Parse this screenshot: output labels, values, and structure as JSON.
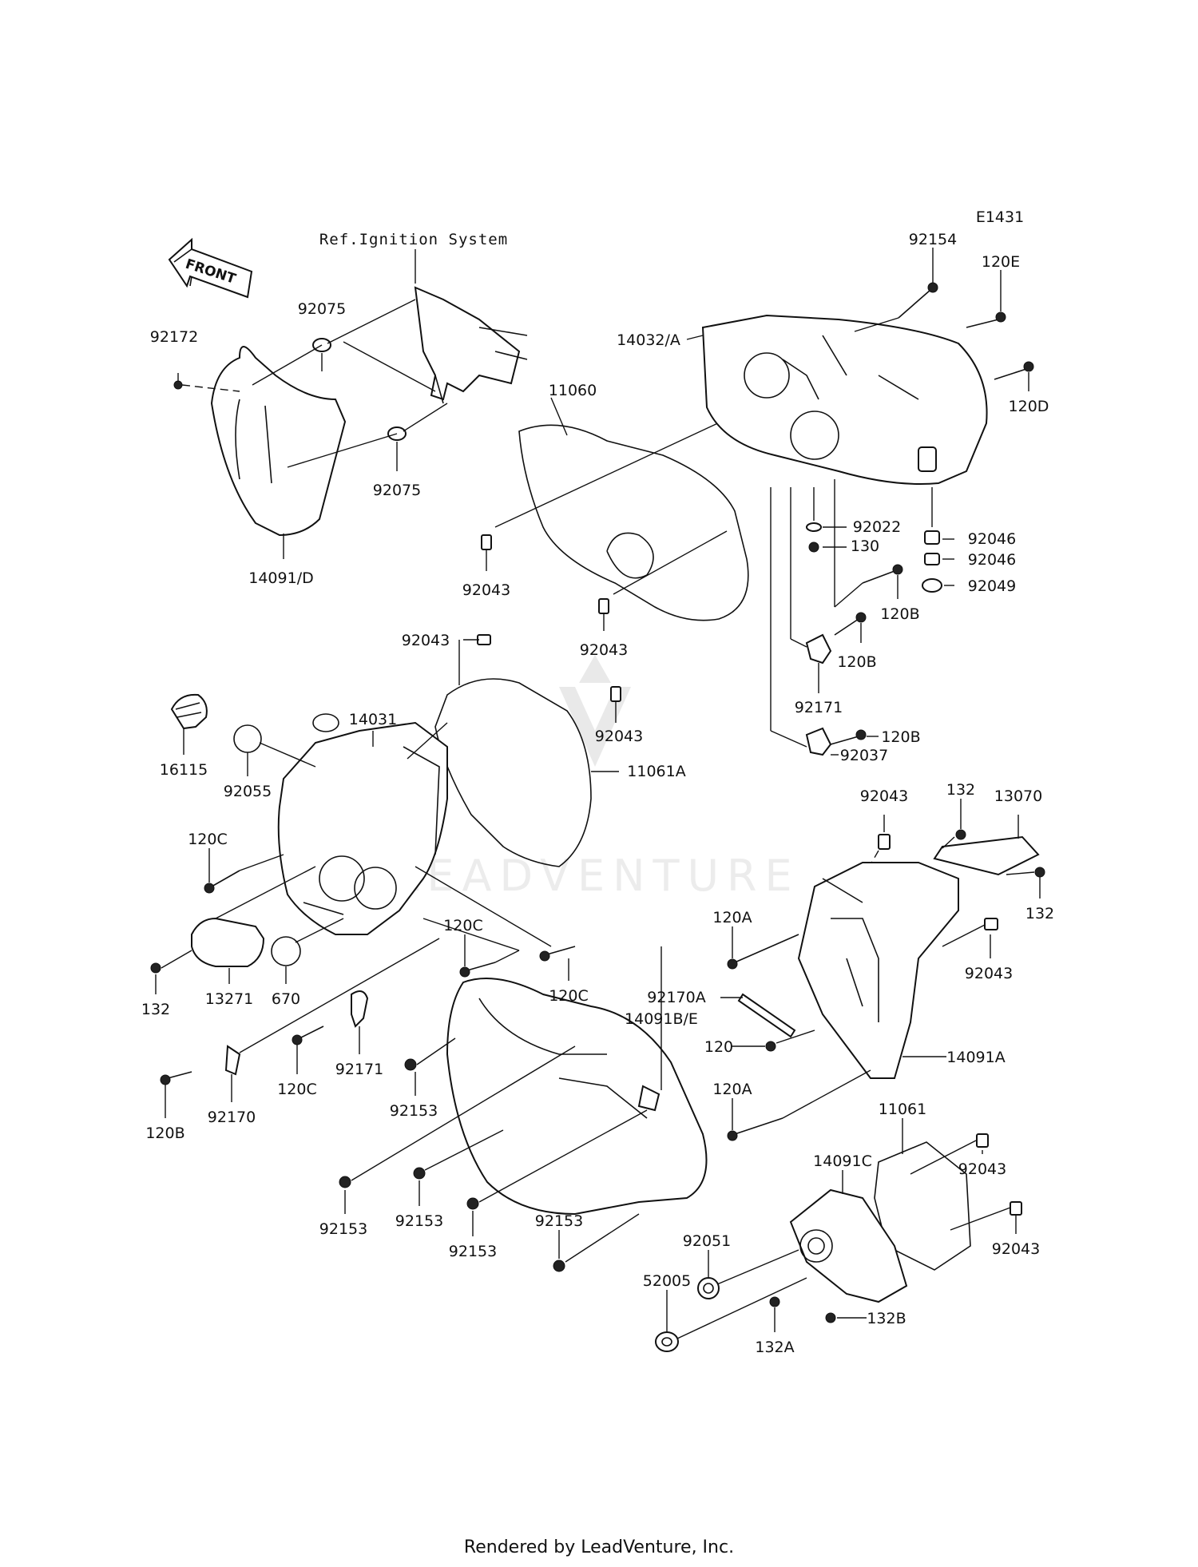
{
  "diagram_code": "E1431",
  "front_arrow": "FRONT",
  "reference_note": "Ref.Ignition System",
  "watermark": "LEADVENTURE",
  "footer": "Rendered by LeadVenture, Inc.",
  "labels": {
    "p92154": "92154",
    "p120E": "120E",
    "p14032A": "14032/A",
    "p120D": "120D",
    "p11060": "11060",
    "p92075a": "92075",
    "p92075b": "92075",
    "p92172": "92172",
    "p14091D": "14091/D",
    "p92043a": "92043",
    "p92043b": "92043",
    "p92022": "92022",
    "p130": "130",
    "p92046a": "92046",
    "p92046b": "92046",
    "p92049": "92049",
    "p120Ba": "120B",
    "p120Bb": "120B",
    "p92171a": "92171",
    "p120Bc": "120B",
    "p92037": "92037",
    "p92043c": "92043",
    "p92043d": "92043",
    "p14031": "14031",
    "p16115": "16115",
    "p92055": "92055",
    "p11061A": "11061A",
    "p132a": "132",
    "p13070": "13070",
    "p92043e": "92043",
    "p132b": "132",
    "p120C1": "120C",
    "p120A1": "120A",
    "p92043f": "92043",
    "p120C2": "120C",
    "p120C3": "120C",
    "p132c": "132",
    "p13271": "13271",
    "p670": "670",
    "p92170A": "92170A",
    "p14091BE": "14091B/E",
    "p120": "120",
    "p14091A": "14091A",
    "p120C4": "120C",
    "p92171b": "92171",
    "p92153a": "92153",
    "p120Bd": "120B",
    "p92170": "92170",
    "p120A2": "120A",
    "p11061": "11061",
    "p14091C": "14091C",
    "p92043g": "92043",
    "p92153b": "92153",
    "p92153c": "92153",
    "p92153d": "92153",
    "p92153e": "92153",
    "p92051": "92051",
    "p92043h": "92043",
    "p52005": "52005",
    "p132A": "132A",
    "p132B": "132B"
  }
}
